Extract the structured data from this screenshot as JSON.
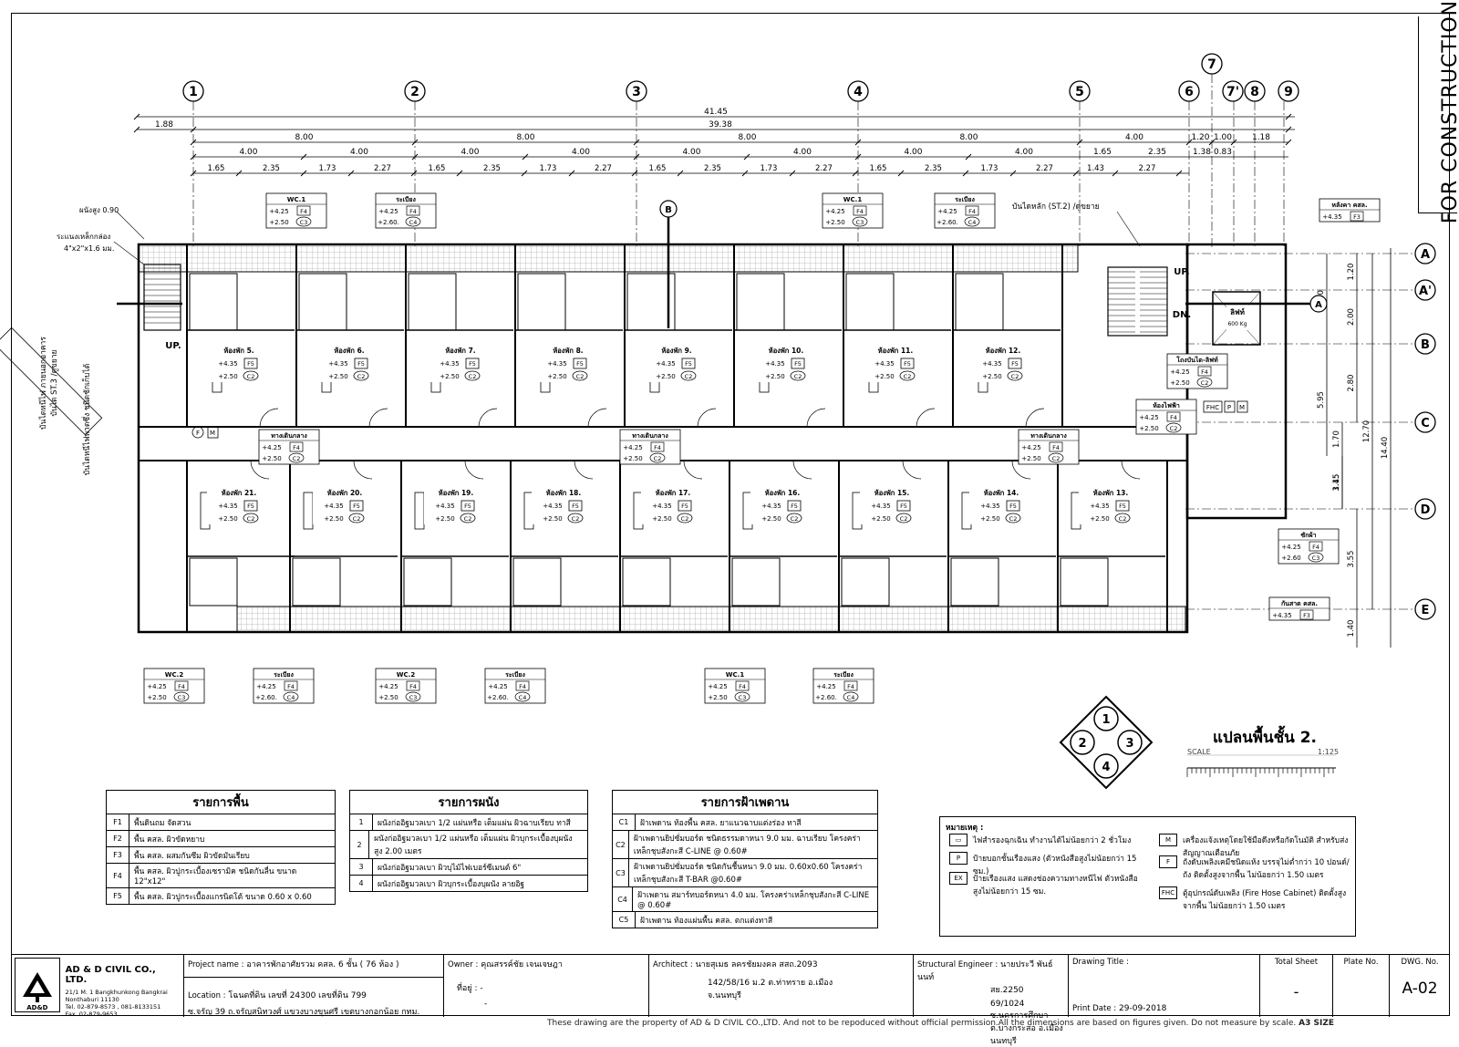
{
  "sheet": {
    "status": "FOR CONSTRUCTION",
    "plan_title": "แปลนพื้นชั้น 2.",
    "scale_label": "SCALE",
    "scale_value": "1:125",
    "footer": "These drawing are the property of AD & D CIVIL CO.,LTD. And not to be repoduced without official permission.All the dimensions are based on figures given. Do not measure by scale.",
    "footer_size": "A3 SIZE"
  },
  "grid": {
    "columns": [
      "1",
      "2",
      "3",
      "4",
      "5",
      "6",
      "7",
      "7'",
      "8",
      "9"
    ],
    "rows": [
      "A",
      "A'",
      "B",
      "C",
      "D",
      "E"
    ],
    "overall_dims": [
      "41.45",
      "39.38",
      "1.88"
    ],
    "bay_dims": [
      "8.00",
      "8.00",
      "8.00",
      "8.00",
      "4.00",
      "1.20",
      "1.00",
      "1.18"
    ],
    "sub_dims": [
      "4.00",
      "4.00",
      "4.00",
      "4.00",
      "4.00",
      "4.00",
      "4.00",
      "4.00",
      "1.65",
      "2.35",
      "1.38",
      "0.83"
    ],
    "fine_dims": [
      "1.65",
      "2.35",
      "1.73",
      "2.27",
      "1.65",
      "2.35",
      "1.73",
      "2.27",
      "1.65",
      "2.35",
      "1.73",
      "2.27",
      "1.65",
      "2.35",
      "1.73",
      "2.27",
      "1.43",
      "2.27"
    ],
    "right_dims": [
      "1.20",
      "2.00",
      "2.80",
      "1.70",
      "1.45",
      "3.55",
      "1.40",
      "3.20",
      "5.95",
      "3.15",
      "12.70",
      "14.40"
    ]
  },
  "rooms_top": [
    {
      "name": "ห้องพัก 5.",
      "level": "+4.35",
      "sub": "+2.50",
      "f": "F5",
      "c": "C2"
    },
    {
      "name": "ห้องพัก 6.",
      "level": "+4.35",
      "sub": "+2.50",
      "f": "F5",
      "c": "C2"
    },
    {
      "name": "ห้องพัก 7.",
      "level": "+4.35",
      "sub": "+2.50",
      "f": "F5",
      "c": "C2"
    },
    {
      "name": "ห้องพัก 8.",
      "level": "+4.35",
      "sub": "+2.50",
      "f": "F5",
      "c": "C2"
    },
    {
      "name": "ห้องพัก 9.",
      "level": "+4.35",
      "sub": "+2.50",
      "f": "F5",
      "c": "C2"
    },
    {
      "name": "ห้องพัก 10.",
      "level": "+4.35",
      "sub": "+2.50",
      "f": "F5",
      "c": "C2"
    },
    {
      "name": "ห้องพัก 11.",
      "level": "+4.35",
      "sub": "+2.50",
      "f": "F5",
      "c": "C2"
    },
    {
      "name": "ห้องพัก 12.",
      "level": "+4.35",
      "sub": "+2.50",
      "f": "F5",
      "c": "C2"
    }
  ],
  "rooms_bottom": [
    {
      "name": "ห้องพัก 21.",
      "level": "+4.35",
      "sub": "+2.50",
      "f": "F5",
      "c": "C2"
    },
    {
      "name": "ห้องพัก 20.",
      "level": "+4.35",
      "sub": "+2.50",
      "f": "F5",
      "c": "C2"
    },
    {
      "name": "ห้องพัก 19.",
      "level": "+4.35",
      "sub": "+2.50",
      "f": "F5",
      "c": "C2"
    },
    {
      "name": "ห้องพัก 18.",
      "level": "+4.35",
      "sub": "+2.50",
      "f": "F5",
      "c": "C2"
    },
    {
      "name": "ห้องพัก 17.",
      "level": "+4.35",
      "sub": "+2.50",
      "f": "F5",
      "c": "C2"
    },
    {
      "name": "ห้องพัก 16.",
      "level": "+4.35",
      "sub": "+2.50",
      "f": "F5",
      "c": "C2"
    },
    {
      "name": "ห้องพัก 15.",
      "level": "+4.35",
      "sub": "+2.50",
      "f": "F5",
      "c": "C2"
    },
    {
      "name": "ห้องพัก 14.",
      "level": "+4.35",
      "sub": "+2.50",
      "f": "F5",
      "c": "C2"
    },
    {
      "name": "ห้องพัก 13.",
      "level": "+4.35",
      "sub": "+2.50",
      "f": "F5",
      "c": "C2"
    }
  ],
  "tags_top": [
    {
      "name": "WC.1",
      "level": "+4.25",
      "sub": "+2.50",
      "f": "F4",
      "c": "C3"
    },
    {
      "name": "ระเบียง",
      "level": "+4.25",
      "sub": "+2.60.",
      "f": "F4",
      "c": "C4"
    },
    {
      "name": "WC.1",
      "level": "+4.25",
      "sub": "+2.50",
      "f": "F4",
      "c": "C3"
    },
    {
      "name": "ระเบียง",
      "level": "+4.25",
      "sub": "+2.60.",
      "f": "F4",
      "c": "C4"
    },
    {
      "name": "หลังคา คสล.",
      "level": "+4.35",
      "sub": "",
      "f": "F3",
      "c": ""
    }
  ],
  "tags_bottom": [
    {
      "name": "WC.2",
      "level": "+4.25",
      "sub": "+2.50",
      "f": "F4",
      "c": "C3"
    },
    {
      "name": "ระเบียง",
      "level": "+4.25",
      "sub": "+2.60.",
      "f": "F4",
      "c": "C4"
    },
    {
      "name": "WC.2",
      "level": "+4.25",
      "sub": "+2.50",
      "f": "F4",
      "c": "C3"
    },
    {
      "name": "ระเบียง",
      "level": "+4.25",
      "sub": "+2.60.",
      "f": "F4",
      "c": "C4"
    },
    {
      "name": "WC.1",
      "level": "+4.25",
      "sub": "+2.50",
      "f": "F4",
      "c": "C3"
    },
    {
      "name": "ระเบียง",
      "level": "+4.25",
      "sub": "+2.60.",
      "f": "F4",
      "c": "C4"
    }
  ],
  "tags_corridor": [
    {
      "name": "ทางเดินกลาง",
      "level": "+4.25",
      "sub": "+2.50",
      "f": "F4",
      "c": "C2"
    },
    {
      "name": "ทางเดินกลาง",
      "level": "+4.25",
      "sub": "+2.50",
      "f": "F4",
      "c": "C2"
    },
    {
      "name": "ทางเดินกลาง",
      "level": "+4.25",
      "sub": "+2.50",
      "f": "F4",
      "c": "C2"
    }
  ],
  "tags_misc": [
    {
      "name": "โถงบันได-ลิฟท์",
      "level": "+4.25",
      "sub": "+2.50",
      "f": "F4",
      "c": "C2"
    },
    {
      "name": "ห้องไฟฟ้า",
      "level": "+4.25",
      "sub": "+2.50",
      "f": "F4",
      "c": "C2"
    },
    {
      "name": "ซักผ้า",
      "level": "+4.25",
      "sub": "+2.60",
      "f": "F4",
      "c": "C3"
    },
    {
      "name": "กันสาด คสล.",
      "level": "+4.35",
      "sub": "",
      "f": "F3",
      "c": ""
    }
  ],
  "annotations": {
    "wall_height": "ผนังสูง 0.90",
    "steel_rail": "ระแนงเหล็กกล่อง",
    "steel_rail_size": "4\"x2\"x1.6 มม.",
    "stair_st2": "บันไดหลัก (ST.2) /ดูขยาย",
    "fire_escape_1": "บันไดหนีไฟ ภายนอกอาคาร",
    "fire_escape_2": "บันได ST.3 /ดูขยาย",
    "fire_escape_3": "บันไดหนีไฟพาดซึ่ง ชนิดชักเก็บได้",
    "up": "UP.",
    "dn": "DN.",
    "up2": "UP.",
    "lift": "ลิฟท์",
    "lift_cap": "600 Kg",
    "fhc": "FHC",
    "p": "P",
    "m": "M",
    "f": "F"
  },
  "floor_legend": {
    "title": "รายการพื้น",
    "items": [
      {
        "code": "F1",
        "text": "พื้นดินถม จัดสวน"
      },
      {
        "code": "F2",
        "text": "พื้น คสล. ผิวขัดหยาบ"
      },
      {
        "code": "F3",
        "text": "พื้น คสล. ผสมกันซึม ผิวขัดมันเรียบ"
      },
      {
        "code": "F4",
        "text": "พื้น คสล. ผิวปูกระเบื้องเซรามิค ชนิดกันลื่น ขนาด 12\"x12\""
      },
      {
        "code": "F5",
        "text": "พื้น คสล. ผิวปูกระเบื้องแกรนิตโต้ ขนาด 0.60 x 0.60"
      }
    ]
  },
  "wall_legend": {
    "title": "รายการผนัง",
    "items": [
      {
        "code": "1",
        "text": "ผนังก่ออิฐมวลเบา 1/2 แผ่นหรือ เต็มแผ่น ผิวฉาบเรียบ ทาสี"
      },
      {
        "code": "2",
        "text": "ผนังก่ออิฐมวลเบา 1/2 แผ่นหรือ เต็มแผ่น ผิวบุกระเบื้องบุผนัง สูง 2.00 เมตร"
      },
      {
        "code": "3",
        "text": "ผนังก่ออิฐมวลเบา ผิวบุไม้ไฟเบอร์ซีเมนต์ 6\""
      },
      {
        "code": "4",
        "text": "ผนังก่ออิฐมวลเบา ผิวบุกระเบื้องบุผนัง ลายอิฐ"
      }
    ]
  },
  "ceiling_legend": {
    "title": "รายการฝ้าเพดาน",
    "items": [
      {
        "code": "C1",
        "text": "ฝ้าเพดาน ท้องพื้น คสล. ยาแนวฉาบแต่งร่อง ทาสี"
      },
      {
        "code": "C2",
        "text": "ฝ้าเพดานยิปซั่มบอร์ด ชนิดธรรมดาหนา 9.0 มม. ฉาบเรียบ โครงคร่าเหล็กชุบสังกะสี C-LINE @ 0.60#"
      },
      {
        "code": "C3",
        "text": "ฝ้าเพดานยิปซั่มบอร์ด ชนิดกันชื้นหนา 9.0 มม. 0.60x0.60 โครงคร่าเหล็กชุบสังกะสี T-BAR @0.60#"
      },
      {
        "code": "C4",
        "text": "ฝ้าเพดาน สมาร์ทบอร์ดหนา 4.0 มม. โครงคร่าเหล็กชุบสังกะสี C-LINE @ 0.60#"
      },
      {
        "code": "C5",
        "text": "ฝ้าเพดาน ท้องแผ่นพื้น คสล. ตกแต่งทาสี"
      }
    ]
  },
  "notes": {
    "title": "หมายเหตุ :",
    "items": [
      {
        "icon": "▭",
        "text": "ไฟสำรองฉุกเฉิน ทำงานได้ไม่น้อยกว่า 2 ชั่วโมง"
      },
      {
        "icon": "P",
        "text": "ป้ายบอกชั้นเรืองแสง (ตัวหนังสือสูงไม่น้อยกว่า 15 ซม.)"
      },
      {
        "icon": "EX",
        "text": "ป้ายเรืองแสง แสดงช่องความทางหนีไฟ ตัวหนังสือสูงไม่น้อยกว่า 15 ซม."
      },
      {
        "icon": "M",
        "text": "เครื่องแจ้งเหตุโดยใช้มือดึงหรือกัดโนมัติ สำหรับส่งสัญญาณเตือนภัย"
      },
      {
        "icon": "F",
        "text": "ถังดับเพลิงเคมีชนิดแห้ง บรรจุไม่ต่ำกว่า 10 ปอนด์/ถัง ติดตั้งสูงจากพื้น ไม่น้อยกว่า 1.50 เมตร"
      },
      {
        "icon": "FHC",
        "text": "ตู้อุปกรณ์ดับเพลิง (Fire Hose Cabinet) ติดตั้งสูงจากพื้น ไม่น้อยกว่า 1.50 เมตร"
      }
    ]
  },
  "title_block": {
    "company": "AD & D CIVIL CO., LTD.",
    "company_addr1": "21/1  M. 1 Bangkhunkong  Bangkrai",
    "company_addr2": "Nonthaburi 11130",
    "company_tel": "Tel. 02-879-8573 , 081-8133151",
    "company_fax": "Fax. 02-879-9653",
    "logo_text": "AD&D",
    "project_label": "Project name :",
    "project_name": "อาคารพักอาศัยรวม คสล. 6 ชั้น ( 76 ห้อง )",
    "location_label": "Location :",
    "location_1": "โฉนดที่ดิน เลขที่ 24300 เลขที่ดิน 799",
    "location_2": "ซ.จรัญ 39 ถ.จรัญสนิทวงศ์ แขวงบางขุนศรี เขตบางกอกน้อย กทม.",
    "owner_label": "Owner :",
    "owner_name": "คุณสรรค์ชัย เจนเจษฎา",
    "owner_addr_label": "ที่อยู่ :",
    "owner_addr_1": "-",
    "owner_addr_2": "-",
    "architect_label": "Architect :",
    "architect_name": "นายสุเมธ ลครชัยมงคล  สสถ.2093",
    "architect_addr_1": "142/58/16 ม.2 ต.ท่าทราย อ.เมือง",
    "architect_addr_2": "จ.นนทบุรี",
    "engineer_label": "Structural Engineer :",
    "engineer_name": "นายประวี พันธ์นนท์",
    "engineer_lic": "สย.2250",
    "engineer_addr_1": "69/1024 ซ.นครการศึกษา",
    "engineer_addr_2": "ต.บางกระสอ อ.เมือง นนทบุรี",
    "drawing_title_label": "Drawing Title :",
    "print_date_label": "Print Date :",
    "print_date": "29-09-2018",
    "total_sheet_label": "Total Sheet",
    "total_sheet": "-",
    "plate_no_label": "Plate No.",
    "plate_no": "",
    "dwg_no_label": "DWG. No.",
    "dwg_no": "A-02"
  },
  "north_arrow": {
    "labels": [
      "1",
      "2",
      "3",
      "4"
    ]
  }
}
